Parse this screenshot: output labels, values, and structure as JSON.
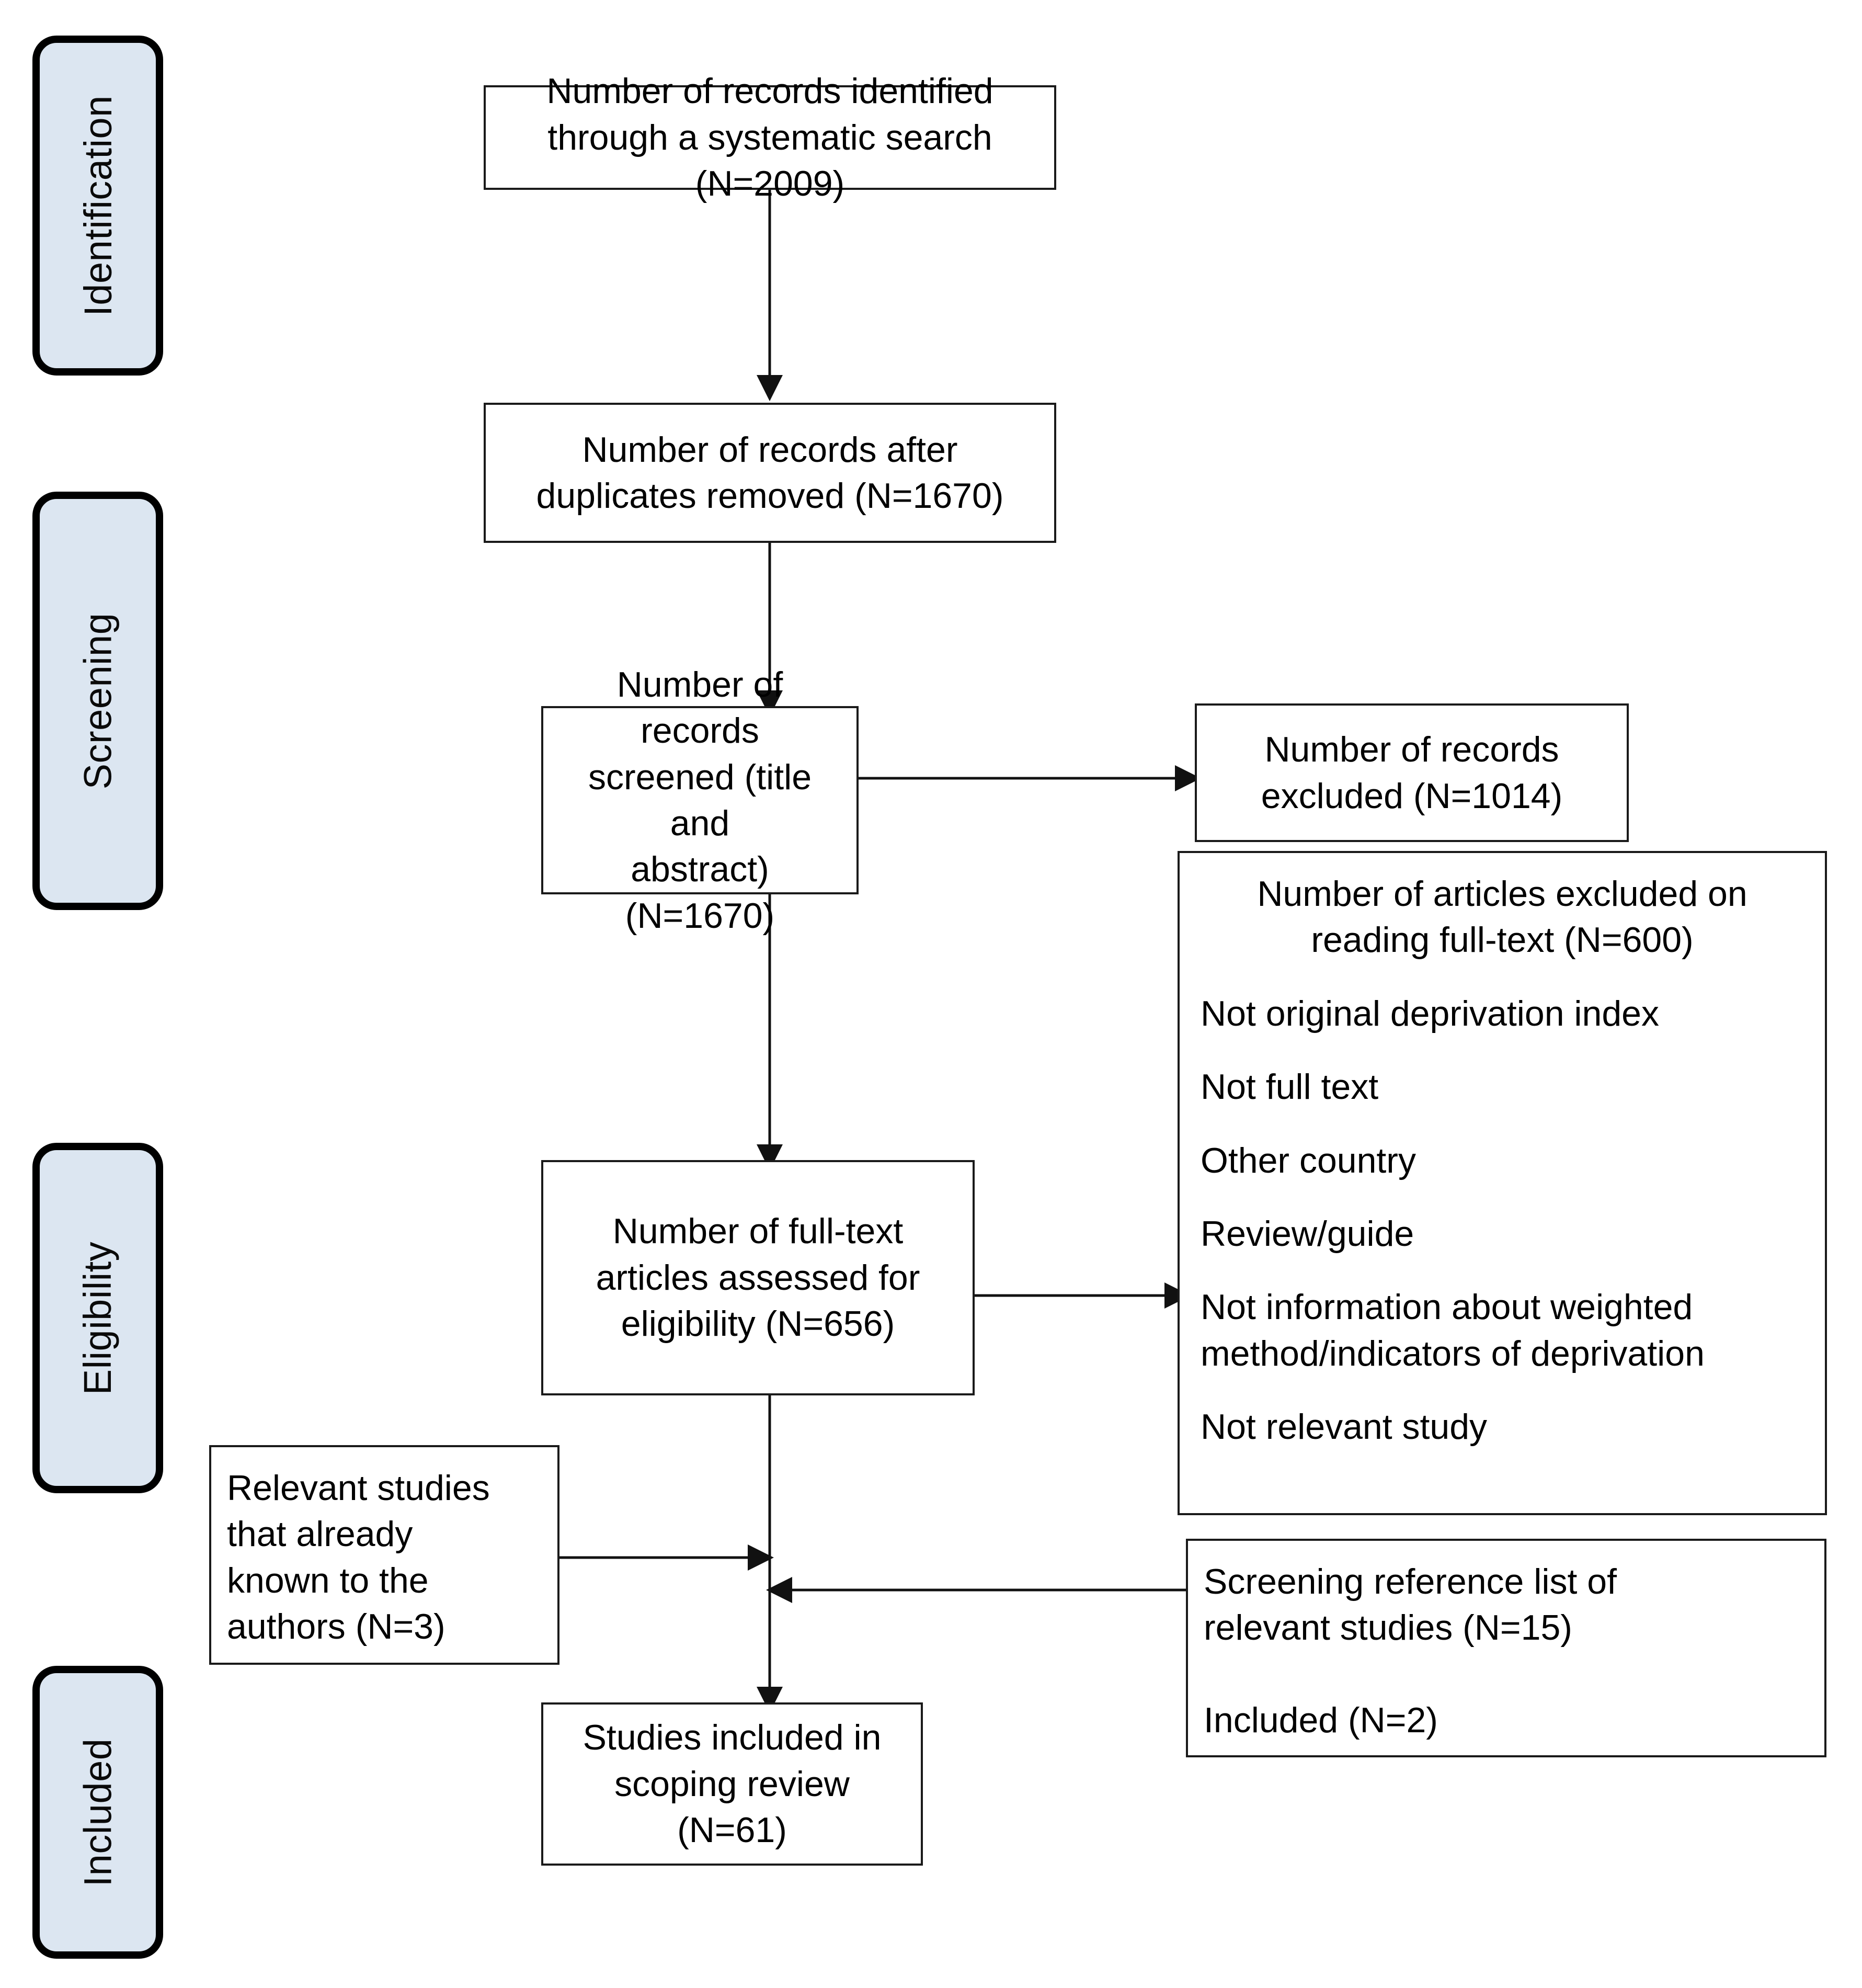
{
  "diagram": {
    "title": "PRISMA flow diagram",
    "accent_fill": "#dce6f1",
    "line_color": "#1a1a1a"
  },
  "stages": [
    {
      "id": "identification",
      "label": "Identification"
    },
    {
      "id": "screening",
      "label": "Screening"
    },
    {
      "id": "eligibility",
      "label": "Eligibility"
    },
    {
      "id": "included",
      "label": "Included"
    }
  ],
  "boxes": {
    "identified": {
      "text": "Number of records identified\nthrough a systematic search\n(N=2009)",
      "n": 2009
    },
    "after_duplicates": {
      "text": "Number of records after\nduplicates removed (N=1670)",
      "n": 1670
    },
    "screened": {
      "text": "Number of records\nscreened (title and\nabstract) (N=1670)",
      "n": 1670
    },
    "records_excluded": {
      "text": "Number of records\nexcluded (N=1014)",
      "n": 1014
    },
    "full_text_assessed": {
      "text": "Number of full-text\narticles assessed for\neligibility (N=656)",
      "n": 656
    },
    "known_to_authors": {
      "text": "Relevant studies\nthat already\nknown to the\nauthors (N=3)",
      "n": 3
    },
    "reference_list": {
      "text": "Screening reference list of\nrelevant studies (N=15)\n\nIncluded (N=2)",
      "line1": "Screening reference list of\nrelevant studies (N=15)",
      "line2": "Included (N=2)",
      "n_screened": 15,
      "n_included": 2
    },
    "studies_included": {
      "text": "Studies included in\nscoping review\n(N=61)",
      "n": 61
    }
  },
  "exclusion_panel": {
    "heading": "Number of articles excluded on\nreading full-text (N=600)",
    "n": 600,
    "reasons": [
      "Not original deprivation index",
      "Not full text",
      "Other country",
      "Review/guide",
      "Not information about weighted\nmethod/indicators of deprivation",
      "Not relevant study"
    ]
  },
  "chart_data": {
    "type": "table",
    "title": "PRISMA flow diagram",
    "categories": [
      "Records identified through systematic search",
      "Records after duplicates removed",
      "Records screened (title and abstract)",
      "Records excluded",
      "Full-text articles assessed for eligibility",
      "Articles excluded on reading full-text",
      "Relevant studies already known to the authors",
      "Screening reference list of relevant studies",
      "Included from reference list screening",
      "Studies included in scoping review"
    ],
    "values": [
      2009,
      1670,
      1670,
      1014,
      656,
      600,
      3,
      15,
      2,
      61
    ]
  }
}
